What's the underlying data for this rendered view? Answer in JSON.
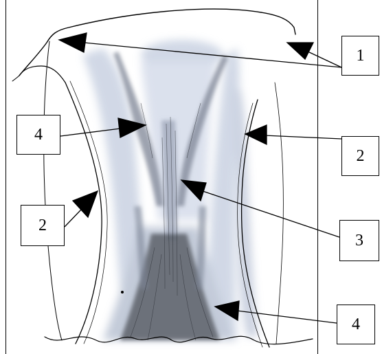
{
  "diagram": {
    "labels": [
      "1",
      "2",
      "2",
      "3",
      "4",
      "4"
    ],
    "colors": {
      "shade_light": "#c9d2e2",
      "shade_mid": "#9aa3b5",
      "shade_dark": "#555a63",
      "line": "#000000"
    }
  }
}
